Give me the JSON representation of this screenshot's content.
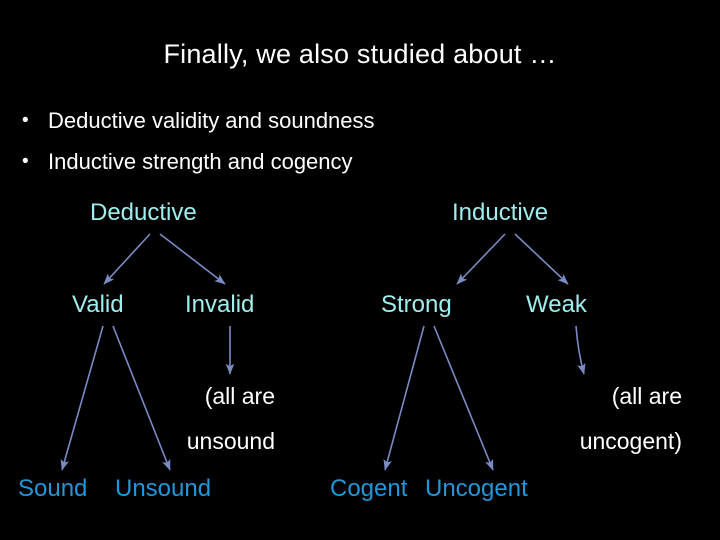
{
  "slide": {
    "background_color": "#000000",
    "title": "Finally, we also studied about …"
  },
  "bullets": [
    {
      "marker": "•",
      "text": "Deductive validity and soundness"
    },
    {
      "marker": "•",
      "text": "Inductive strength and cogency"
    }
  ],
  "colors": {
    "title_text": "#FFFFFF",
    "bullet_text": "#FFFFFF",
    "branch_node_text": "#9FEDED",
    "leaf_node_text": "#2196D8",
    "annotation_text": "#FFFFFF",
    "arrow_stroke": "#7B8BC4"
  },
  "diagram": {
    "type": "tree",
    "trees": [
      {
        "name": "deductive-tree",
        "root": "Deductive",
        "level2": [
          "Valid",
          "Invalid"
        ],
        "level3": [
          "Sound",
          "Unsound"
        ],
        "annotation_lines": [
          "(all are",
          "unsound"
        ]
      },
      {
        "name": "inductive-tree",
        "root": "Inductive",
        "level2": [
          "Strong",
          "Weak"
        ],
        "level3": [
          "Cogent",
          "Uncogent"
        ],
        "annotation_lines": [
          "(all are",
          "uncogent)"
        ]
      }
    ],
    "nodes": {
      "deductive": "Deductive",
      "inductive": "Inductive",
      "valid": "Valid",
      "invalid": "Invalid",
      "strong": "Strong",
      "weak": "Weak",
      "sound": "Sound",
      "unsound": "Unsound",
      "cogent": "Cogent",
      "uncogent": "Uncogent"
    },
    "annotations": {
      "unsound_line1": "(all are",
      "unsound_line2": "unsound",
      "uncogent_line1": "(all are",
      "uncogent_line2": "uncogent)"
    }
  }
}
